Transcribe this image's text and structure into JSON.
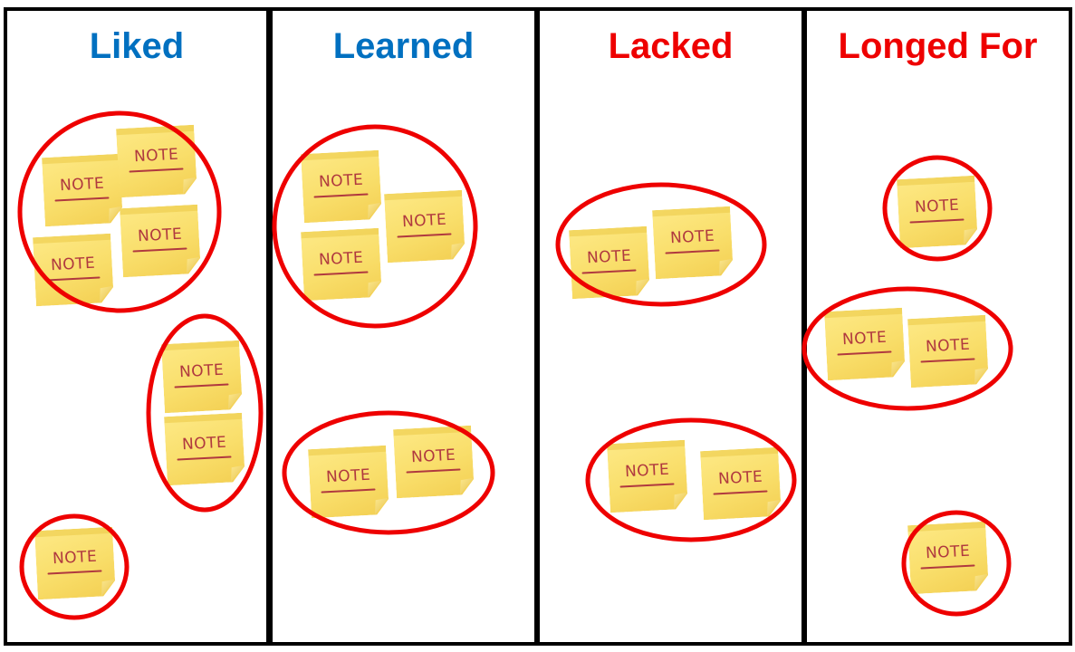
{
  "colors": {
    "border": "#000000",
    "title_blue": "#0070c0",
    "title_red": "#ee0000",
    "circle_red": "#ee0000",
    "note_yellow": "#f9de6a",
    "note_text": "#b0393f"
  },
  "columns": [
    {
      "title": "Liked",
      "title_color": "#0070c0"
    },
    {
      "title": "Learned",
      "title_color": "#0070c0"
    },
    {
      "title": "Lacked",
      "title_color": "#ee0000"
    },
    {
      "title": "Longed For",
      "title_color": "#ee0000"
    }
  ],
  "note_label": "NOTE",
  "groups": [
    {
      "column": "Liked",
      "note_count": 4
    },
    {
      "column": "Liked",
      "note_count": 2
    },
    {
      "column": "Liked",
      "note_count": 1
    },
    {
      "column": "Learned",
      "note_count": 3
    },
    {
      "column": "Learned",
      "note_count": 2
    },
    {
      "column": "Lacked",
      "note_count": 2
    },
    {
      "column": "Lacked",
      "note_count": 2
    },
    {
      "column": "Longed For",
      "note_count": 1
    },
    {
      "column": "Longed For",
      "note_count": 2
    },
    {
      "column": "Longed For",
      "note_count": 1
    }
  ]
}
